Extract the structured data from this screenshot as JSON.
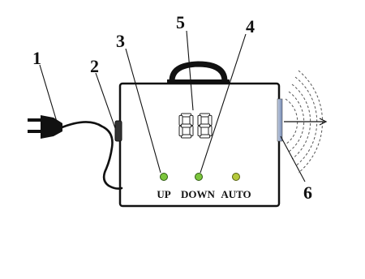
{
  "callouts": [
    {
      "id": "1",
      "label": "1"
    },
    {
      "id": "2",
      "label": "2"
    },
    {
      "id": "3",
      "label": "3"
    },
    {
      "id": "4",
      "label": "4"
    },
    {
      "id": "5",
      "label": "5"
    },
    {
      "id": "6",
      "label": "6"
    }
  ],
  "display": {
    "digits": "88"
  },
  "buttons": [
    {
      "label": "UP"
    },
    {
      "label": "DOWN"
    },
    {
      "label": "AUTO"
    }
  ],
  "colors": {
    "outline": "#111111",
    "led_fill": "#7cc63d",
    "sensor": "#7a8fb8",
    "waves": "#555555"
  }
}
